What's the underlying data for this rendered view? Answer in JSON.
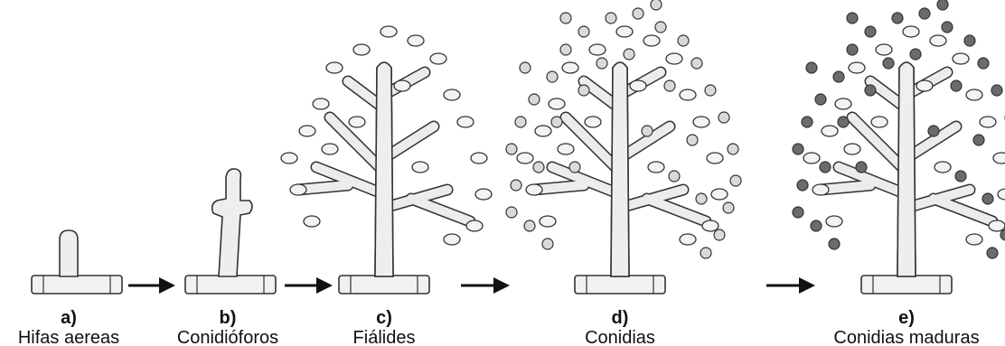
{
  "stages": [
    {
      "letter": "a)",
      "label": "Hifas aereas"
    },
    {
      "letter": "b)",
      "label": "Conidióforos"
    },
    {
      "letter": "c)",
      "label": "Fiálides"
    },
    {
      "letter": "d)",
      "label": "Conidias"
    },
    {
      "letter": "e)",
      "label": "Conidias maduras"
    }
  ],
  "colors": {
    "outline": "#333333",
    "fill": "#eeeeee",
    "conidia": "#d9d9d9",
    "mature_conidia": "#6b6b6b"
  }
}
